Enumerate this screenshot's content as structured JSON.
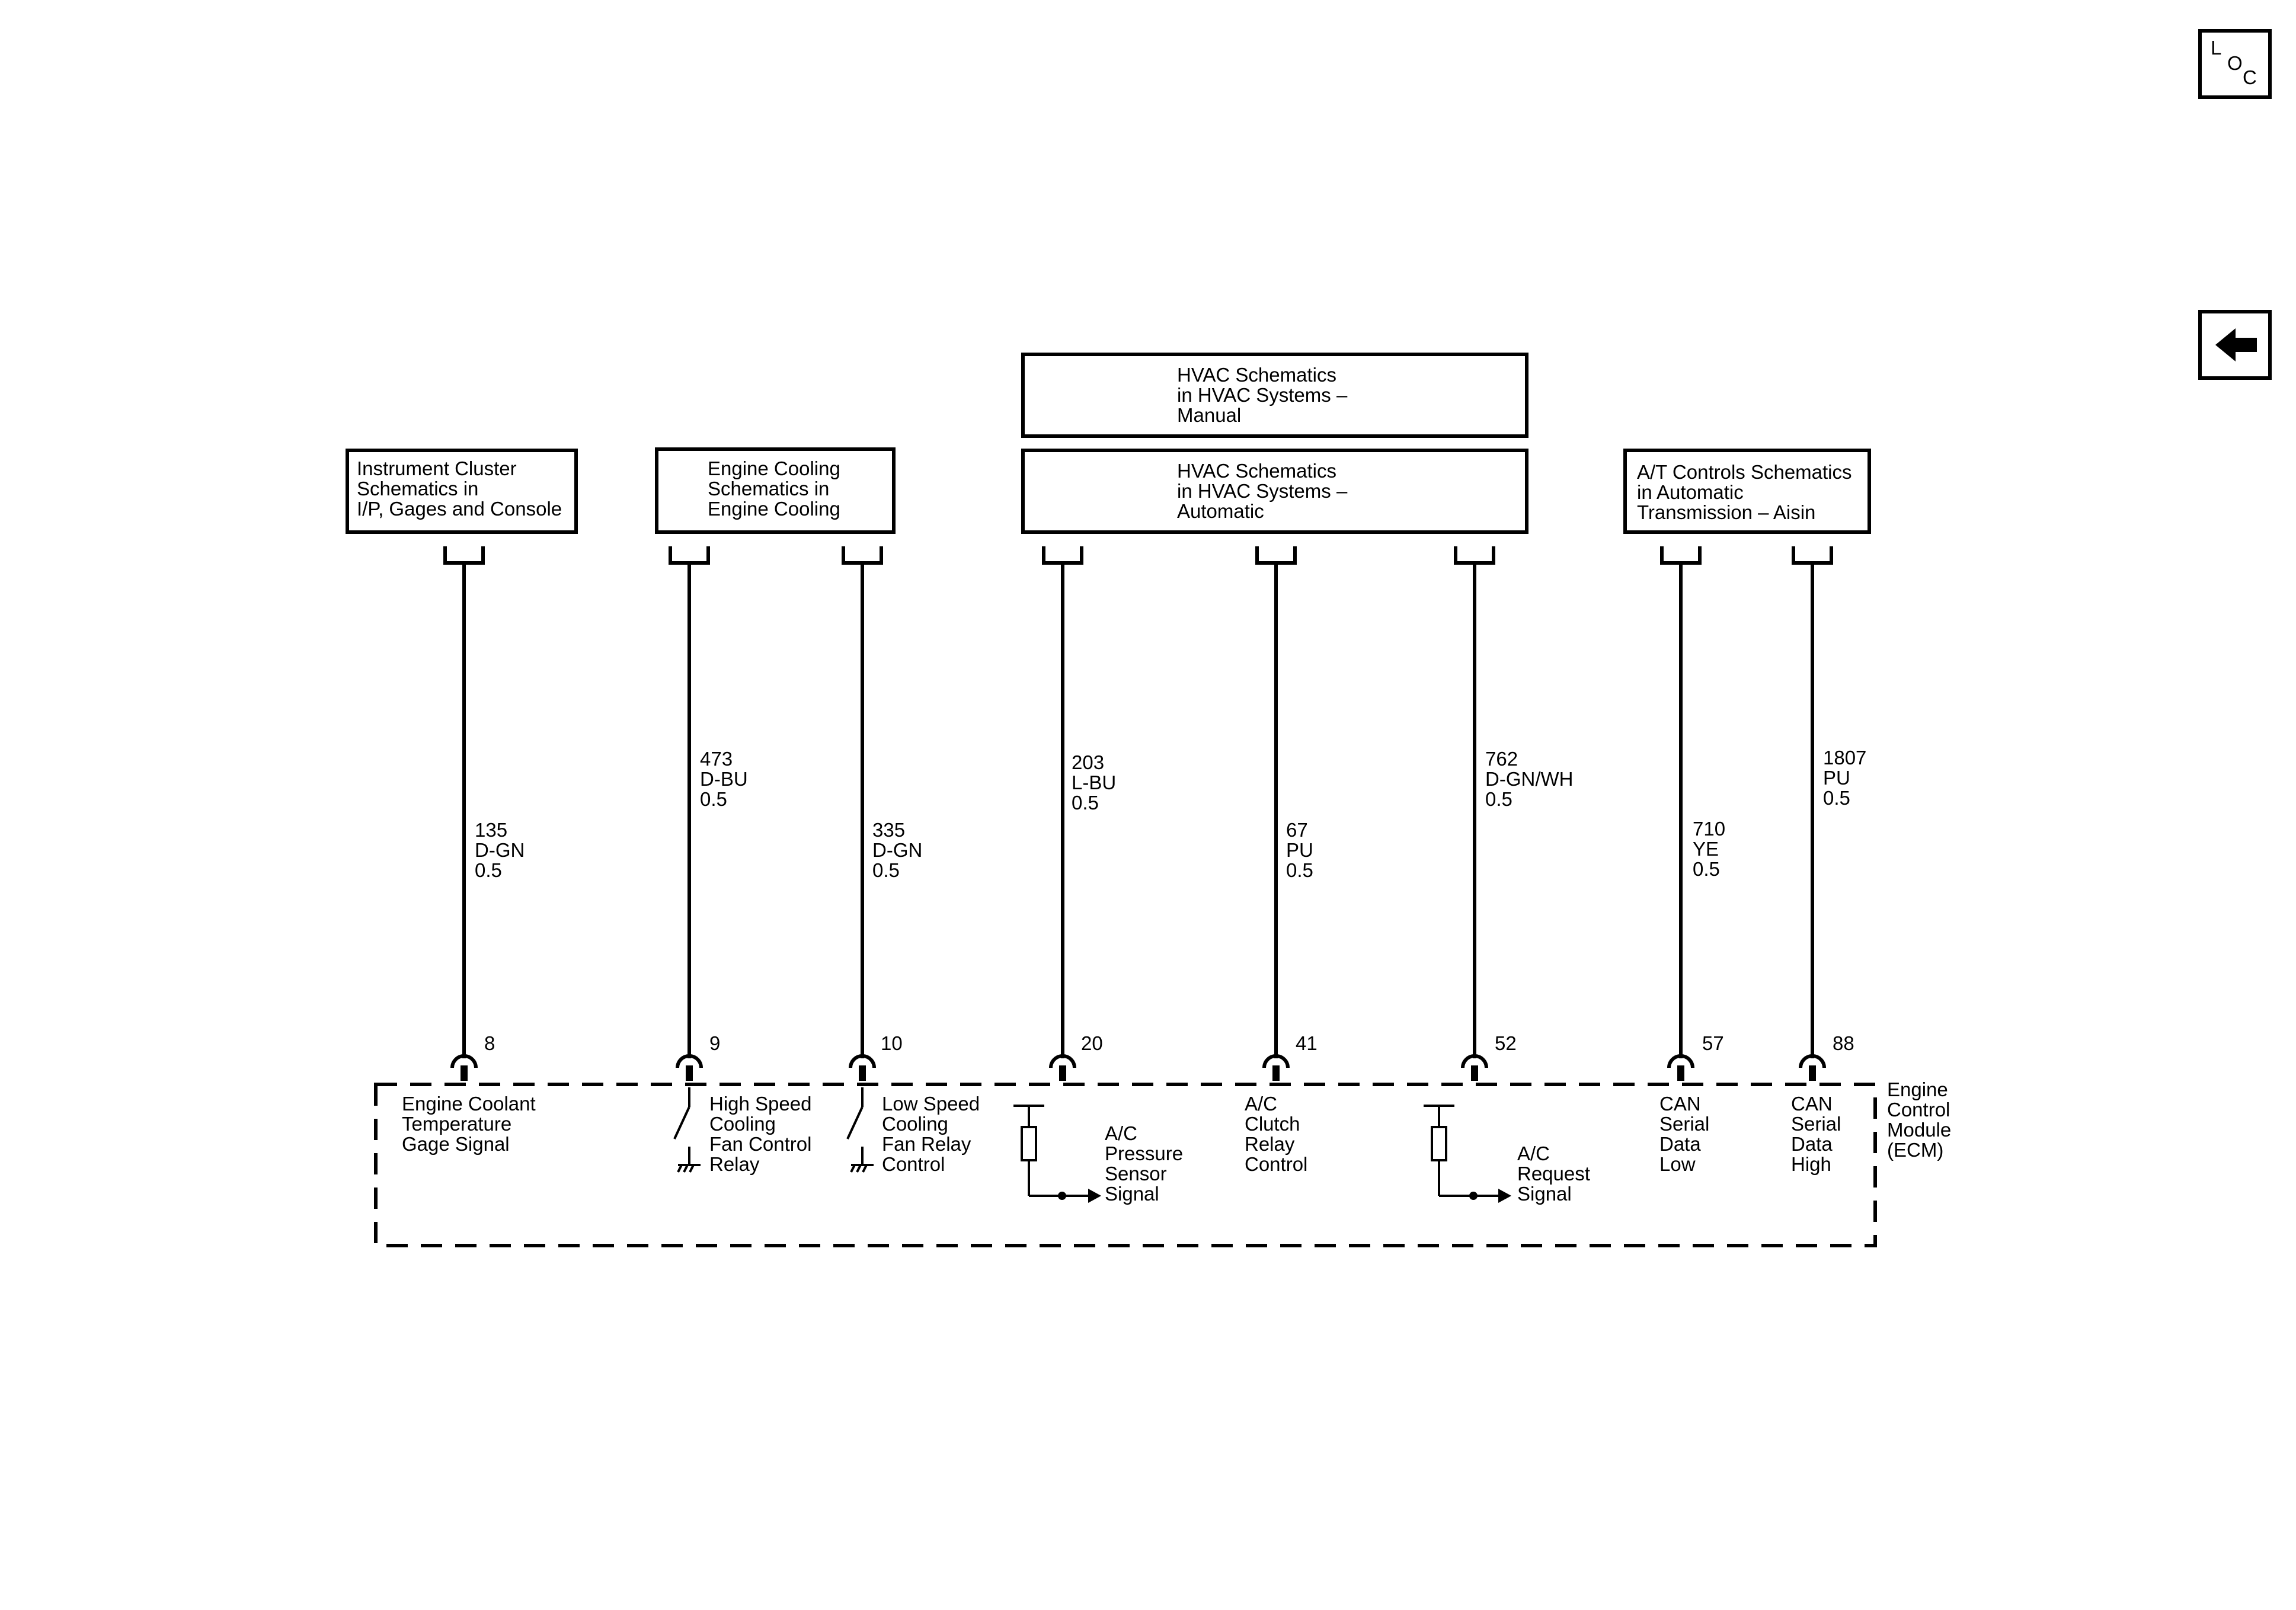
{
  "loc_button": {
    "letters": [
      "L",
      "O",
      "C"
    ]
  },
  "back_button": {
    "icon": "left-arrow-icon"
  },
  "boxes": [
    {
      "id": "ic",
      "lines": [
        "Instrument Cluster",
        "Schematics in",
        "I/P, Gages and Console"
      ]
    },
    {
      "id": "ec",
      "lines": [
        "Engine Cooling",
        "Schematics in",
        "Engine Cooling"
      ]
    },
    {
      "id": "hvac-manual",
      "lines": [
        "HVAC Schematics",
        "in HVAC Systems –",
        "Manual"
      ]
    },
    {
      "id": "hvac-auto",
      "lines": [
        "HVAC Schematics",
        "in HVAC Systems –",
        "Automatic"
      ]
    },
    {
      "id": "at",
      "lines": [
        "A/T Controls Schematics",
        "in Automatic",
        "Transmission – Aisin"
      ]
    }
  ],
  "wires": [
    {
      "circuit": "135",
      "color": "D-GN",
      "size": "0.5",
      "pin": "8",
      "function": [
        "Engine Coolant",
        "Temperature",
        "Gage Signal"
      ]
    },
    {
      "circuit": "473",
      "color": "D-BU",
      "size": "0.5",
      "pin": "9",
      "function": [
        "High Speed",
        "Cooling",
        "Fan Control",
        "Relay"
      ]
    },
    {
      "circuit": "335",
      "color": "D-GN",
      "size": "0.5",
      "pin": "10",
      "function": [
        "Low Speed",
        "Cooling",
        "Fan Relay",
        "Control"
      ]
    },
    {
      "circuit": "203",
      "color": "L-BU",
      "size": "0.5",
      "pin": "20",
      "function": [
        "A/C",
        "Pressure",
        "Sensor",
        "Signal"
      ]
    },
    {
      "circuit": "67",
      "color": "PU",
      "size": "0.5",
      "pin": "41",
      "function": [
        "A/C",
        "Clutch",
        "Relay",
        "Control"
      ]
    },
    {
      "circuit": "762",
      "color": "D-GN/WH",
      "size": "0.5",
      "pin": "52",
      "function": [
        "A/C",
        "Request",
        "Signal"
      ]
    },
    {
      "circuit": "710",
      "color": "YE",
      "size": "0.5",
      "pin": "57",
      "function": [
        "CAN",
        "Serial",
        "Data",
        "Low"
      ]
    },
    {
      "circuit": "1807",
      "color": "PU",
      "size": "0.5",
      "pin": "88",
      "function": [
        "CAN",
        "Serial",
        "Data",
        "High"
      ]
    }
  ],
  "module": {
    "lines": [
      "Engine",
      "Control",
      "Module",
      "(ECM)"
    ]
  }
}
